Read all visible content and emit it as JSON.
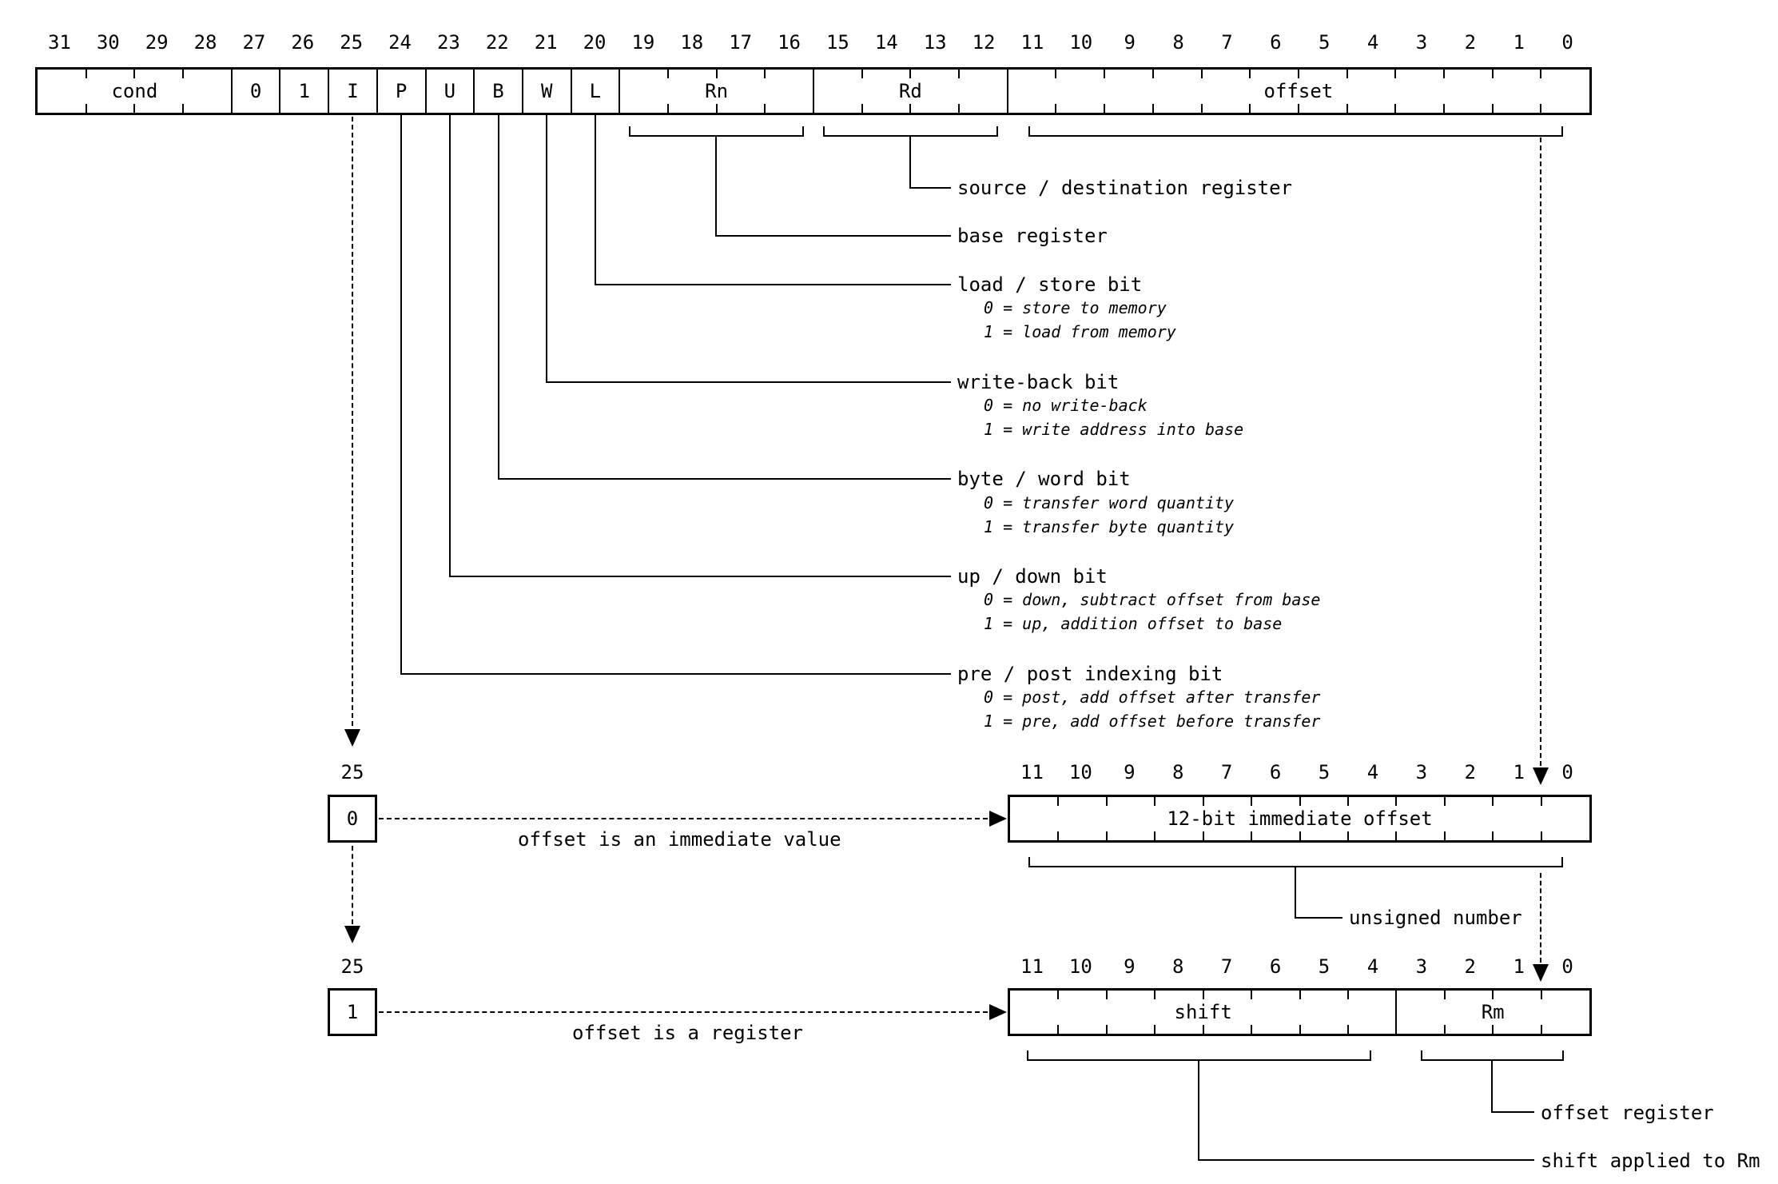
{
  "bits32": [
    "31",
    "30",
    "29",
    "28",
    "27",
    "26",
    "25",
    "24",
    "23",
    "22",
    "21",
    "20",
    "19",
    "18",
    "17",
    "16",
    "15",
    "14",
    "13",
    "12",
    "11",
    "10",
    "9",
    "8",
    "7",
    "6",
    "5",
    "4",
    "3",
    "2",
    "1",
    "0"
  ],
  "bits12": [
    "11",
    "10",
    "9",
    "8",
    "7",
    "6",
    "5",
    "4",
    "3",
    "2",
    "1",
    "0"
  ],
  "main_register": {
    "fields": {
      "cond": "cond",
      "bit27": "0",
      "bit26": "1",
      "i": "I",
      "p": "P",
      "u": "U",
      "b": "B",
      "w": "W",
      "l": "L",
      "rn": "Rn",
      "rd": "Rd",
      "offset": "offset"
    }
  },
  "annotations": {
    "rd": {
      "label": "source / destination register"
    },
    "rn": {
      "label": "base register"
    },
    "l": {
      "label": "load / store bit",
      "val0": "0 = store to memory",
      "val1": "1 = load from memory"
    },
    "w": {
      "label": "write-back bit",
      "val0": "0 = no write-back",
      "val1": "1 = write address into base"
    },
    "b": {
      "label": "byte / word bit",
      "val0": "0 = transfer word quantity",
      "val1": "1 = transfer byte quantity"
    },
    "u": {
      "label": "up / down bit",
      "val0": "0 = down, subtract offset from base",
      "val1": "1 = up, addition offset to base"
    },
    "p": {
      "label": "pre / post indexing bit",
      "val0": "0 = post, add offset after transfer",
      "val1": "1 = pre, add offset before transfer"
    }
  },
  "immediate_branch": {
    "bit_number": "25",
    "bit_value": "0",
    "caption": "offset is an immediate value",
    "field_label": "12-bit immediate offset",
    "note": "unsigned number"
  },
  "register_branch": {
    "bit_number": "25",
    "bit_value": "1",
    "caption": "offset is a register",
    "shift_label": "shift",
    "rm_label": "Rm",
    "offset_register_note": "offset register",
    "shift_note": "shift applied to Rm"
  },
  "colors": {
    "ink": "#000000",
    "background": "#ffffff"
  }
}
